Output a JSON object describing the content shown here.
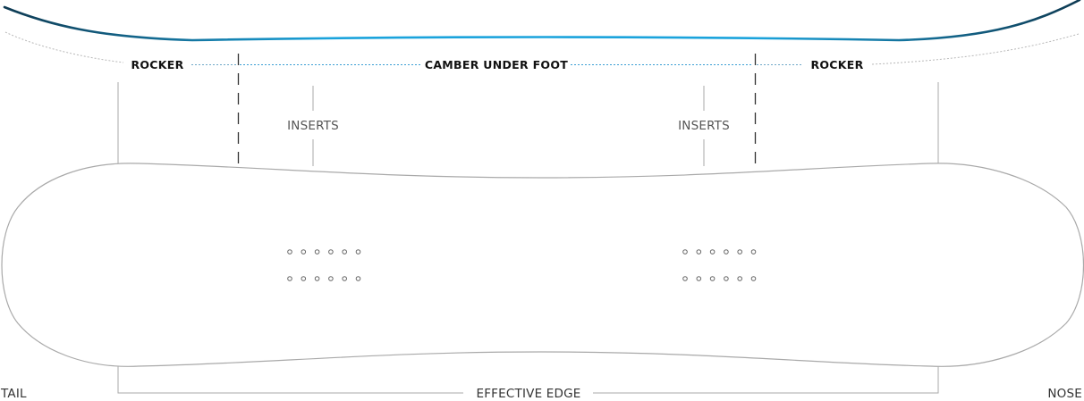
{
  "labels": {
    "rocker_left": "ROCKER",
    "camber": "CAMBER UNDER FOOT",
    "rocker_right": "ROCKER",
    "inserts_left": "INSERTS",
    "inserts_right": "INSERTS",
    "tail": "TAIL",
    "effective_edge": "EFFECTIVE EDGE",
    "nose": "NOSE"
  },
  "colors": {
    "profile_dark": "#0e3a52",
    "profile_bright": "#1aa3dc",
    "outline": "#a9a9a9",
    "dashed_marker": "#333333"
  },
  "inserts": {
    "rows": 2,
    "holes_per_row": 6
  }
}
